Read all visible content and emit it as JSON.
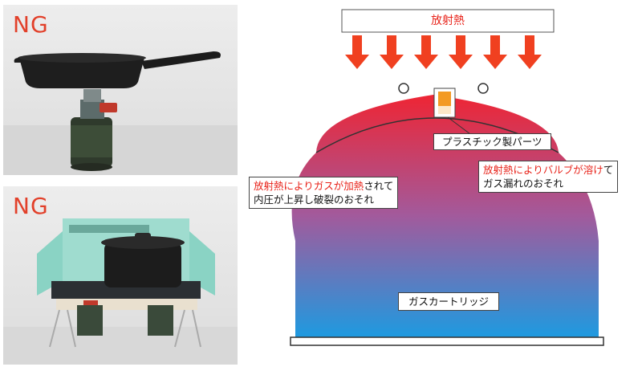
{
  "photos": [
    {
      "label": "NG"
    },
    {
      "label": "NG"
    }
  ],
  "diagram": {
    "top_banner": "放射熱",
    "plastic_label": "プラスチック製パーツ",
    "left_callout": {
      "red": "放射熱によりガスが加熱",
      "rest_line1": "されて",
      "line2": "内圧が上昇し破裂のおそれ"
    },
    "right_callout": {
      "red": "放射熱によりバルブが溶け",
      "rest_line1": "て",
      "line2": "ガス漏れのおそれ"
    },
    "cartridge_label": "ガスカートリッジ",
    "colors": {
      "red": "#e8231a",
      "arrow": "#f04020",
      "cartridge_top": "#e8263a",
      "cartridge_bottom": "#1e9ae0",
      "valve": "#f39a23"
    }
  }
}
